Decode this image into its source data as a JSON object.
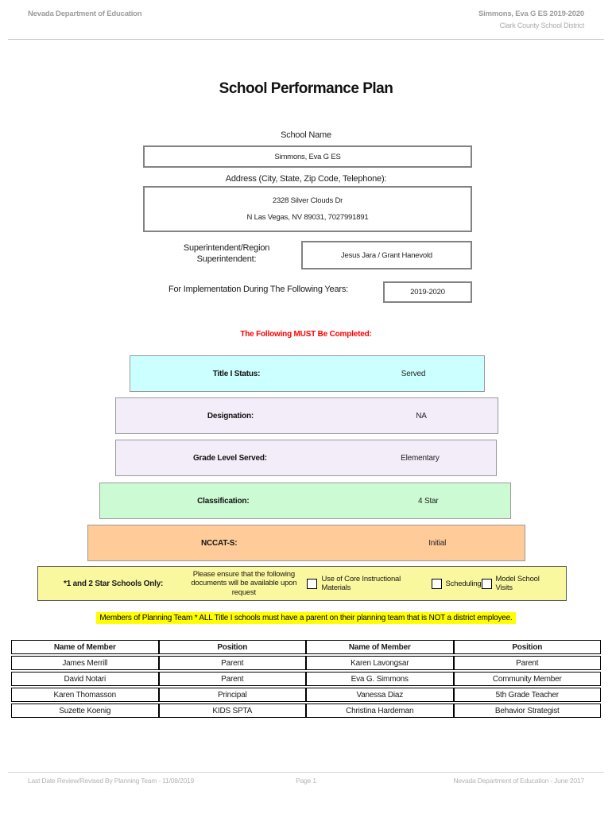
{
  "header": {
    "left": "Nevada Department of Education",
    "right_line1": "Simmons, Eva G ES  2019-2020",
    "right_line2": "Clark County School District"
  },
  "title": "School Performance Plan",
  "form": {
    "school_name_label": "School Name",
    "school_name_value": "Simmons, Eva G ES",
    "address_label": "Address (City, State, Zip Code, Telephone):",
    "address_line1": "2328 Silver Clouds Dr",
    "address_line2": "N Las Vegas, NV  89031, 7027991891",
    "superintendent_label": "Superintendent/Region Superintendent:",
    "superintendent_value": "Jesus Jara / Grant Hanevold",
    "implementation_label": "For Implementation During The Following Years:",
    "implementation_value": "2019-2020"
  },
  "must_complete_notice": "The Following MUST Be Completed:",
  "status_rows": [
    {
      "label": "Title I Status:",
      "value": "Served",
      "bg": "#ccffff"
    },
    {
      "label": "Designation:",
      "value": "NA",
      "bg": "#f3edfa"
    },
    {
      "label": "Grade Level Served:",
      "value": "Elementary",
      "bg": "#f3edfa"
    },
    {
      "label": "Classification:",
      "value": "4 Star",
      "bg": "#ccfbd3"
    },
    {
      "label": "NCCAT-S:",
      "value": "Initial",
      "bg": "#ffcc99"
    }
  ],
  "star_schools_panel": {
    "label": "*1 and 2 Star Schools Only:",
    "instruction": "Please ensure that the following documents will be available upon request",
    "checkboxes": [
      {
        "label": "Use of Core Instructional Materials",
        "checked": false
      },
      {
        "label": "Scheduling",
        "checked": false
      },
      {
        "label": "Model School Visits",
        "checked": false
      }
    ]
  },
  "planning_team_notice": "Members of Planning Team * ALL Title I schools must have a parent on their planning team that is NOT a district employee.",
  "members_table": {
    "headers": [
      "Name of Member",
      "Position",
      "Name of Member",
      "Position"
    ],
    "rows": [
      [
        "James Merrill",
        "Parent",
        "Karen Lavongsar",
        "Parent"
      ],
      [
        "David Notari",
        "Parent",
        "Eva G. Simmons",
        "Community Member"
      ],
      [
        "Karen Thomasson",
        "Principal",
        "Vanessa Diaz",
        "5th Grade Teacher"
      ],
      [
        "Suzette Koenig",
        "KIDS SPTA",
        "Christina Hardeman",
        "Behavior Strategist"
      ]
    ]
  },
  "footer": {
    "left": "Last Date Review/Revised By Planning Team - 11/08/2019",
    "center": "Page 1",
    "right": "Nevada Department of Education - June 2017"
  },
  "colors": {
    "notice_red": "#ff0000",
    "highlight_yellow": "#ffff00",
    "title_i_bg": "#ccffff",
    "designation_bg": "#f3edfa",
    "classification_bg": "#ccfbd3",
    "nccats_bg": "#ffcc99",
    "star_panel_bg": "#faf89e",
    "header_footer_gray": "#9c9c9c"
  }
}
